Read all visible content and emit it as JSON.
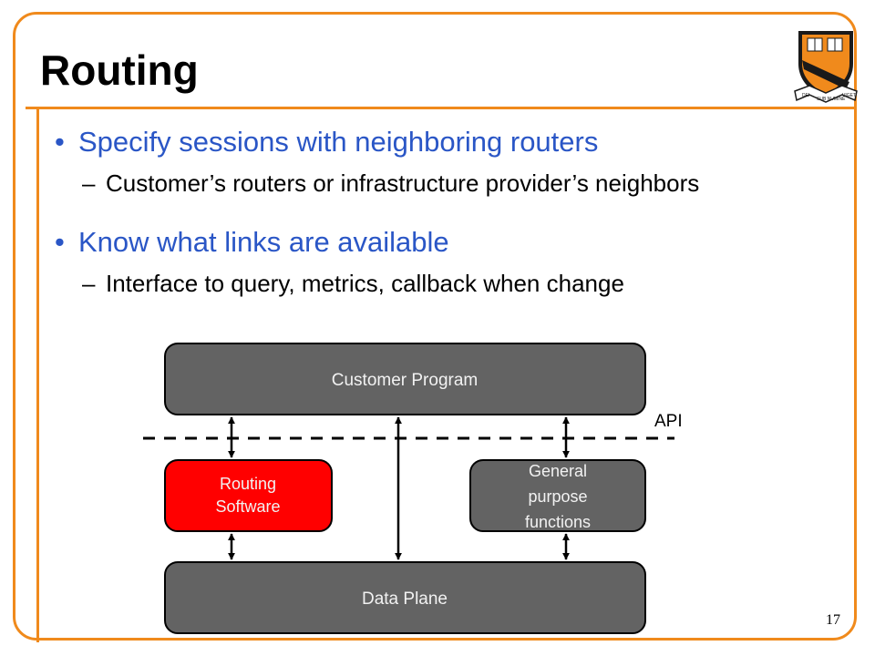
{
  "slide": {
    "title": "Routing",
    "page_number": "17",
    "accent_color": "#f08a1c",
    "bullet_color": "#2a56c6"
  },
  "logo": {
    "icon": "university-shield-icon",
    "motto_left": "DEI",
    "motto_center": "SUB NUMINE",
    "motto_right": "VIGET"
  },
  "bullets": [
    {
      "text": "Specify sessions with neighboring routers",
      "sub": "Customer’s routers or infrastructure provider’s neighbors"
    },
    {
      "text": "Know what links are available",
      "sub": "Interface to query, metrics, callback when change"
    }
  ],
  "diagram": {
    "customer_program": "Customer Program",
    "api_label": "API",
    "routing_software": [
      "Routing",
      "Software"
    ],
    "general_purpose": [
      "General",
      "purpose",
      "functions"
    ],
    "data_plane": "Data Plane",
    "box_color": "#636363",
    "highlight_color": "#ff0000"
  }
}
